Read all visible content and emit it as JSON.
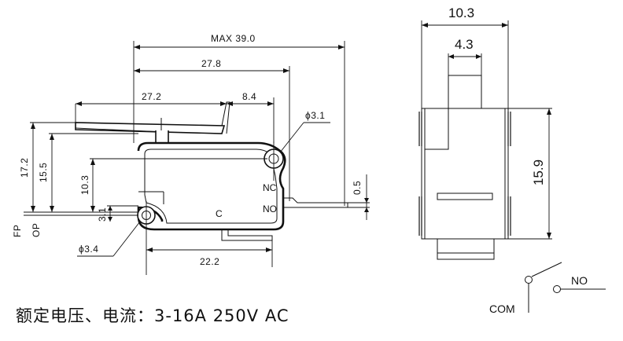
{
  "front_view": {
    "dims": {
      "max_length": "MAX  39.0",
      "length": "27.8",
      "lever_length": "27.2",
      "lever_tip": "8.4",
      "hole_nc": "ϕ3.1",
      "hole_com": "ϕ3.4",
      "height_fp": "17.2",
      "height_op": "15.5",
      "body_height": "10.3",
      "mount_offset": "3.1",
      "terminal_thickness": "0.5",
      "base_length": "22.2",
      "fp_label": "FP",
      "op_label": "OP"
    },
    "terminals": {
      "nc": "NC",
      "no": "NO",
      "com": "C"
    }
  },
  "side_view": {
    "dims": {
      "width": "10.3",
      "plunger_width": "4.3",
      "height": "15.9"
    }
  },
  "schematic": {
    "com": "COM",
    "no": "NO"
  },
  "rating_text": "额定电压、电流：3-16A 250V AC"
}
